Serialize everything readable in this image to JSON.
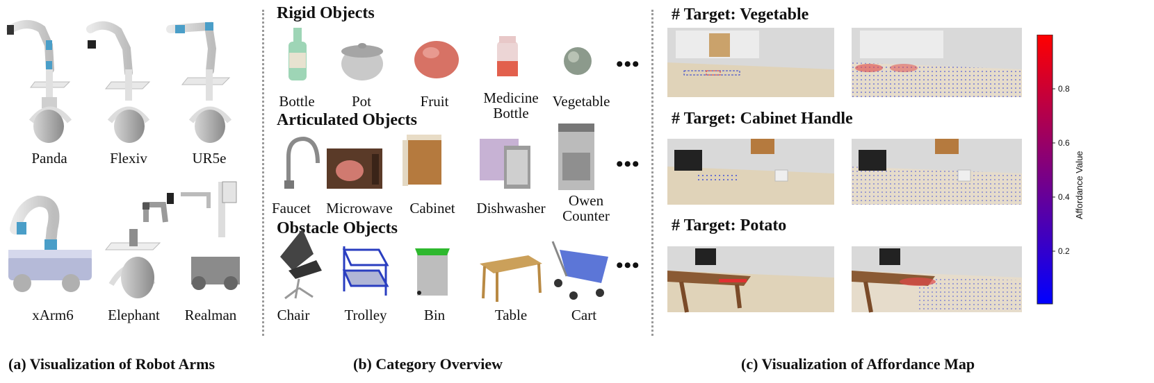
{
  "panel_a": {
    "caption": "(a) Visualization of Robot Arms",
    "robots": [
      "Panda",
      "Flexiv",
      "UR5e",
      "xArm6",
      "Elephant",
      "Realman"
    ]
  },
  "panel_b": {
    "caption": "(b) Category Overview",
    "rigid": {
      "heading": "Rigid Objects",
      "items": [
        "Bottle",
        "Pot",
        "Fruit",
        "Medicine Bottle",
        "Vegetable"
      ]
    },
    "articulated": {
      "heading": "Articulated Objects",
      "items": [
        "Faucet",
        "Microwave",
        "Cabinet",
        "Dishwasher",
        "Owen Counter"
      ]
    },
    "obstacle": {
      "heading": "Obstacle Objects",
      "items": [
        "Chair",
        "Trolley",
        "Bin",
        "Table",
        "Cart"
      ]
    },
    "ellipsis": "•••"
  },
  "panel_c": {
    "caption": "(c) Visualization of Affordance Map",
    "targets": [
      "# Target: Vegetable",
      "# Target: Cabinet Handle",
      "# Target: Potato"
    ],
    "colorbar": {
      "label": "Affordance Value",
      "ticks": [
        "0.8",
        "0.6",
        "0.4",
        "0.2"
      ],
      "colors": {
        "low": "#0000ff",
        "high": "#ff0000"
      }
    }
  }
}
